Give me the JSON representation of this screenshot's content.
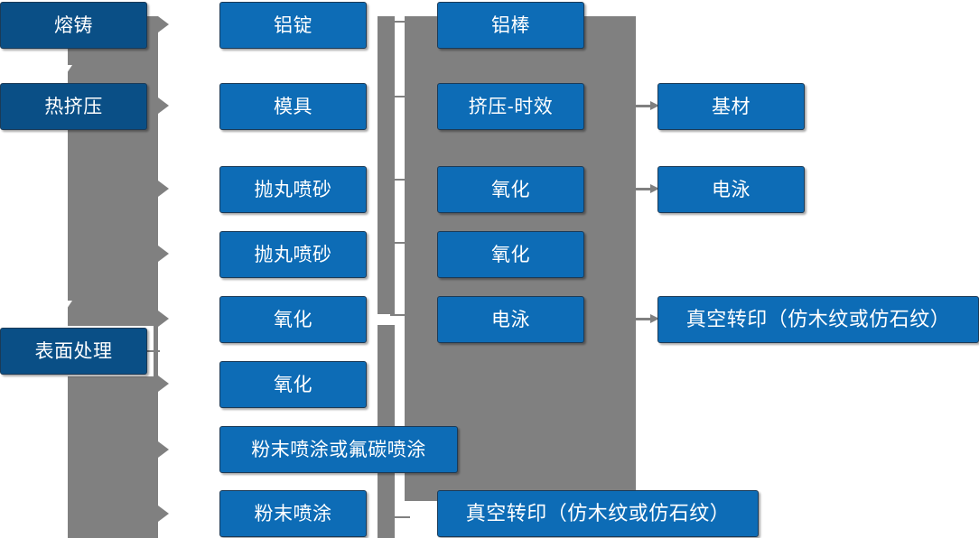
{
  "diagram": {
    "type": "process-flowchart",
    "title": "",
    "palette": {
      "stage_box": "#0a4f86",
      "step_box": "#0d6cb6",
      "connector": "#808080",
      "background": "#ffffff",
      "text": "#ffffff"
    },
    "stages": [
      {
        "id": "stage-1",
        "label": "熔铸"
      },
      {
        "id": "stage-2",
        "label": "热挤压"
      },
      {
        "id": "stage-3",
        "label": "表面处理"
      }
    ],
    "column2": [
      {
        "id": "c2-1",
        "label": "铝锭"
      },
      {
        "id": "c2-2",
        "label": "模具"
      },
      {
        "id": "c2-3",
        "label": "抛丸喷砂"
      },
      {
        "id": "c2-4",
        "label": "抛丸喷砂"
      },
      {
        "id": "c2-5",
        "label": "氧化"
      },
      {
        "id": "c2-6",
        "label": "氧化"
      },
      {
        "id": "c2-7",
        "label": "粉末喷涂或氟碳喷涂"
      },
      {
        "id": "c2-8",
        "label": "粉末喷涂"
      }
    ],
    "column3": [
      {
        "id": "c3-1",
        "label": "铝棒"
      },
      {
        "id": "c3-2",
        "label": "挤压-时效"
      },
      {
        "id": "c3-3",
        "label": "氧化"
      },
      {
        "id": "c3-4",
        "label": "氧化"
      },
      {
        "id": "c3-5",
        "label": "电泳"
      },
      {
        "id": "c3-6",
        "label": "真空转印（仿木纹或仿石纹）"
      }
    ],
    "column4": [
      {
        "id": "c4-1",
        "label": "基材"
      },
      {
        "id": "c4-2",
        "label": "电泳"
      },
      {
        "id": "c4-3",
        "label": "真空转印（仿木纹或仿石纹）"
      }
    ]
  }
}
